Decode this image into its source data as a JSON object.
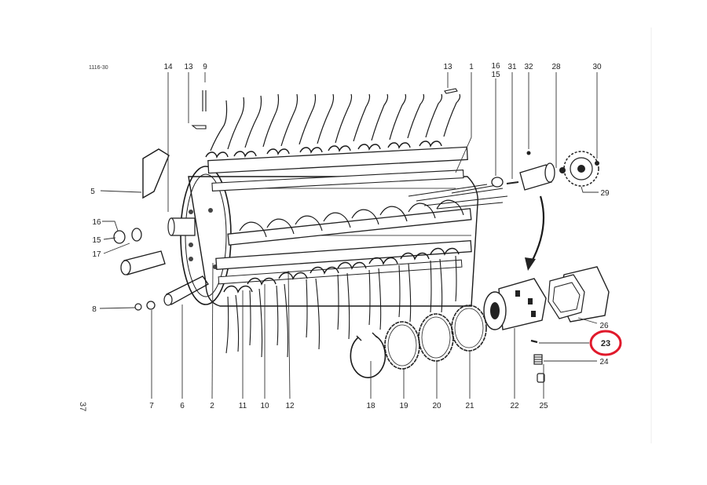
{
  "diagram": {
    "reference_code": "1116-30",
    "page_number": "37",
    "highlighted_part": "23",
    "highlight_color": "#e0192b",
    "labels": {
      "p1": "1",
      "p2": "2",
      "p5": "5",
      "p6": "6",
      "p7": "7",
      "p8": "8",
      "p9": "9",
      "p10": "10",
      "p11": "11",
      "p12": "12",
      "p13a": "13",
      "p13b": "13",
      "p14": "14",
      "p15a": "15",
      "p15b": "15",
      "p16a": "16",
      "p16b": "16",
      "p17": "17",
      "p18": "18",
      "p19": "19",
      "p20": "20",
      "p21": "21",
      "p22": "22",
      "p23": "23",
      "p24": "24",
      "p25": "25",
      "p26": "26",
      "p28": "28",
      "p29": "29",
      "p30": "30",
      "p31": "31",
      "p32": "32"
    }
  }
}
